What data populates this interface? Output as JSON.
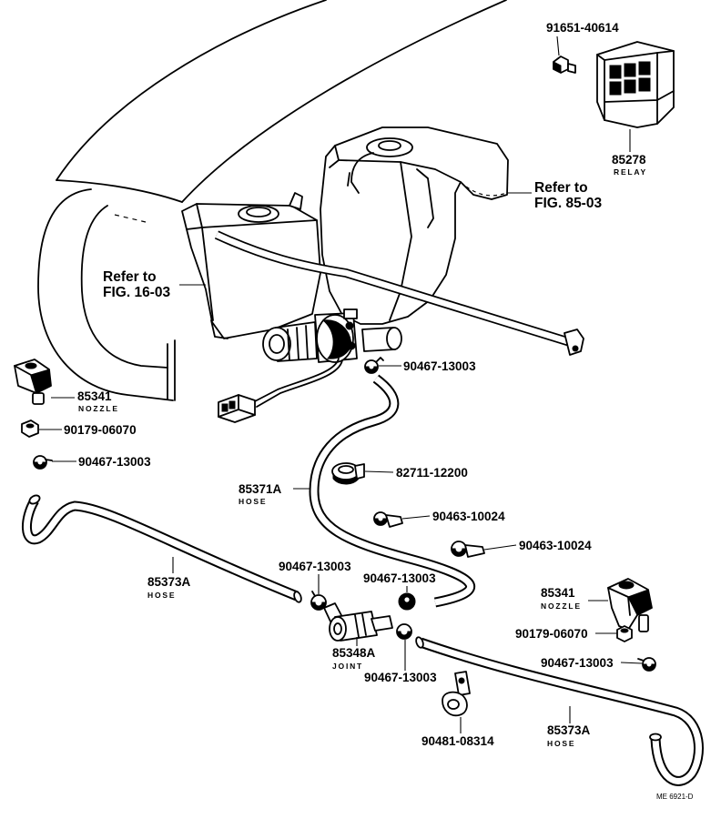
{
  "drawing_code": "ME 6921-D",
  "references": [
    {
      "line1": "Refer to",
      "line2": "FIG. 85-03"
    },
    {
      "line1": "Refer to",
      "line2": "FIG. 16-03"
    }
  ],
  "parts": [
    {
      "number": "91651-40614"
    },
    {
      "number": "85278",
      "name": "RELAY"
    },
    {
      "number": "90467-13003"
    },
    {
      "number": "85341",
      "name": "NOZZLE"
    },
    {
      "number": "90179-06070"
    },
    {
      "number": "90467-13003"
    },
    {
      "number": "82711-12200"
    },
    {
      "number": "85371A",
      "name": "HOSE"
    },
    {
      "number": "90463-10024"
    },
    {
      "number": "90463-10024"
    },
    {
      "number": "90467-13003"
    },
    {
      "number": "90467-13003"
    },
    {
      "number": "85373A",
      "name": "HOSE"
    },
    {
      "number": "85341",
      "name": "NOZZLE"
    },
    {
      "number": "90179-06070"
    },
    {
      "number": "85348A",
      "name": "JOINT"
    },
    {
      "number": "90467-13003"
    },
    {
      "number": "90467-13003"
    },
    {
      "number": "85373A",
      "name": "HOSE"
    },
    {
      "number": "90481-08314"
    }
  ],
  "colors": {
    "ink": "#000000",
    "paper": "#ffffff"
  }
}
